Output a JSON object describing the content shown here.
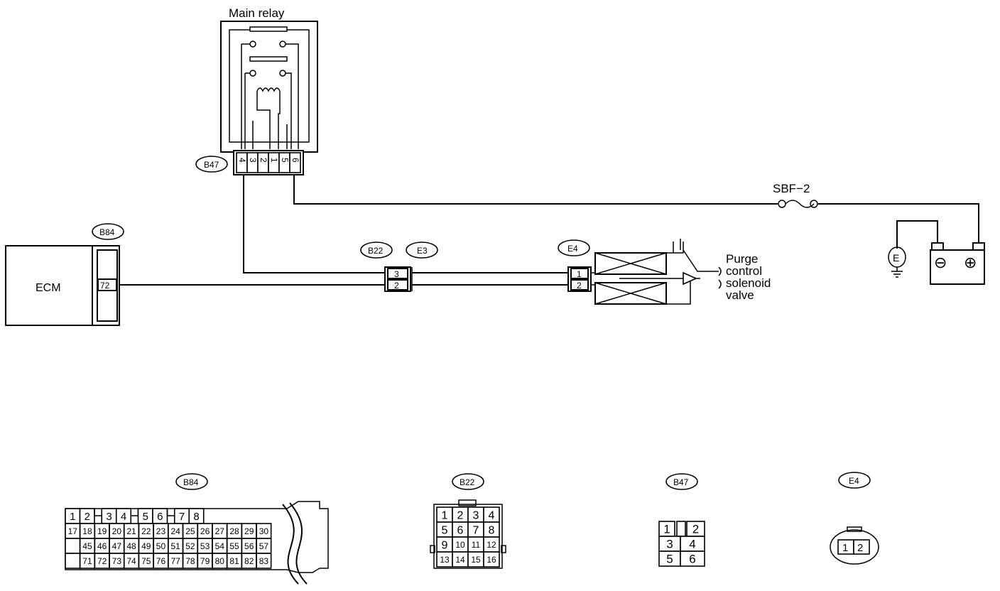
{
  "labels": {
    "main_relay": "Main relay",
    "ecm": "ECM",
    "sbf": "SBF−2",
    "purge_line1": "Purge",
    "purge_line2": "control",
    "purge_line3": "solenoid",
    "purge_line4": "valve",
    "ground_symbol": "E"
  },
  "connector_ids": {
    "b47": "B47",
    "b84": "B84",
    "b22": "B22",
    "e3": "E3",
    "e4": "E4"
  },
  "relay_terminals": [
    "4",
    "3",
    "2",
    "1",
    "5",
    "6"
  ],
  "ecm_pin": "72",
  "b22_pins": [
    "3",
    "2"
  ],
  "e4_pins": [
    "1",
    "2"
  ],
  "battery_terminals": [
    "⊖",
    "⊕"
  ],
  "connector_views": {
    "b84": {
      "title": "B84",
      "row1": [
        "1",
        "2",
        "",
        "3",
        "4",
        "",
        "5",
        "6",
        "",
        "7",
        "8"
      ],
      "row2": [
        "17",
        "18",
        "19",
        "20",
        "21",
        "22",
        "23",
        "24",
        "25",
        "26",
        "27",
        "28",
        "29",
        "30"
      ],
      "row3": [
        "",
        "45",
        "46",
        "47",
        "48",
        "49",
        "50",
        "51",
        "52",
        "53",
        "54",
        "55",
        "56",
        "57"
      ],
      "row4": [
        "",
        "71",
        "72",
        "73",
        "74",
        "75",
        "76",
        "77",
        "78",
        "79",
        "80",
        "81",
        "82",
        "83"
      ]
    },
    "b22": {
      "title": "B22",
      "rows": [
        [
          "1",
          "2",
          "3",
          "4"
        ],
        [
          "5",
          "6",
          "7",
          "8"
        ],
        [
          "9",
          "10",
          "11",
          "12"
        ],
        [
          "13",
          "14",
          "15",
          "16"
        ]
      ]
    },
    "b47": {
      "title": "B47",
      "rows": [
        [
          "1",
          "",
          "2"
        ],
        [
          "3",
          "4"
        ],
        [
          "5",
          "6"
        ]
      ]
    },
    "e4": {
      "title": "E4",
      "pins": [
        "1",
        "2"
      ]
    }
  }
}
